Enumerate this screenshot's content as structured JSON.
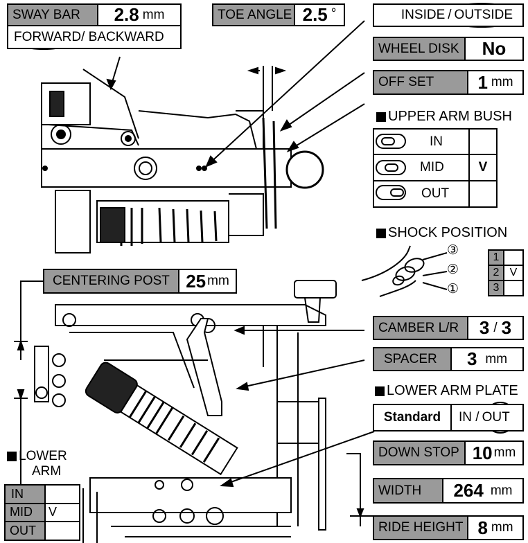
{
  "sway_bar": {
    "label": "SWAY BAR",
    "value": "2.8",
    "unit": "mm",
    "forward": "FORWARD",
    "backward": "/ BACKWARD"
  },
  "toe_angle": {
    "label": "TOE ANGLE",
    "value": "2.5",
    "unit": "°"
  },
  "inside_outside": {
    "inside": "INSIDE",
    "sep": "/",
    "outside": "OUTSIDE"
  },
  "wheel_disk": {
    "label": "WHEEL DISK",
    "value": "No"
  },
  "off_set": {
    "label": "OFF SET",
    "value": "1",
    "unit": "mm"
  },
  "upper_arm_bush": {
    "title": "UPPER ARM BUSH",
    "rows": [
      {
        "label": "IN",
        "mark": ""
      },
      {
        "label": "MID",
        "mark": "V"
      },
      {
        "label": "OUT",
        "mark": ""
      }
    ]
  },
  "shock_position": {
    "title": "SHOCK POSITION",
    "markers": [
      "③",
      "②",
      "①"
    ],
    "rows": [
      {
        "label": "1",
        "mark": ""
      },
      {
        "label": "2",
        "mark": "V"
      },
      {
        "label": "3",
        "mark": ""
      }
    ]
  },
  "centering_post": {
    "label": "CENTERING POST",
    "value": "25",
    "unit": "mm"
  },
  "camber": {
    "label": "CAMBER L/R",
    "left": "3",
    "sep": "/",
    "right": "3"
  },
  "spacer": {
    "label": "SPACER",
    "value": "3",
    "unit": "mm"
  },
  "lower_arm_plate": {
    "title": "LOWER ARM PLATE",
    "standard": "Standard",
    "in": "IN /",
    "out": "OUT"
  },
  "down_stop": {
    "label": "DOWN STOP",
    "value": "10",
    "unit": "mm"
  },
  "width": {
    "label": "WIDTH",
    "value": "264",
    "unit": "mm"
  },
  "ride_height": {
    "label": "RIDE HEIGHT",
    "value": "8",
    "unit": "mm"
  },
  "lower_arm": {
    "title_line1": "LOWER",
    "title_line2": "ARM",
    "rows": [
      {
        "label": "IN",
        "mark": ""
      },
      {
        "label": "MID",
        "mark": "V"
      },
      {
        "label": "OUT",
        "mark": ""
      }
    ]
  },
  "colors": {
    "label_bg": "#9a9a9a",
    "line": "#000000"
  }
}
